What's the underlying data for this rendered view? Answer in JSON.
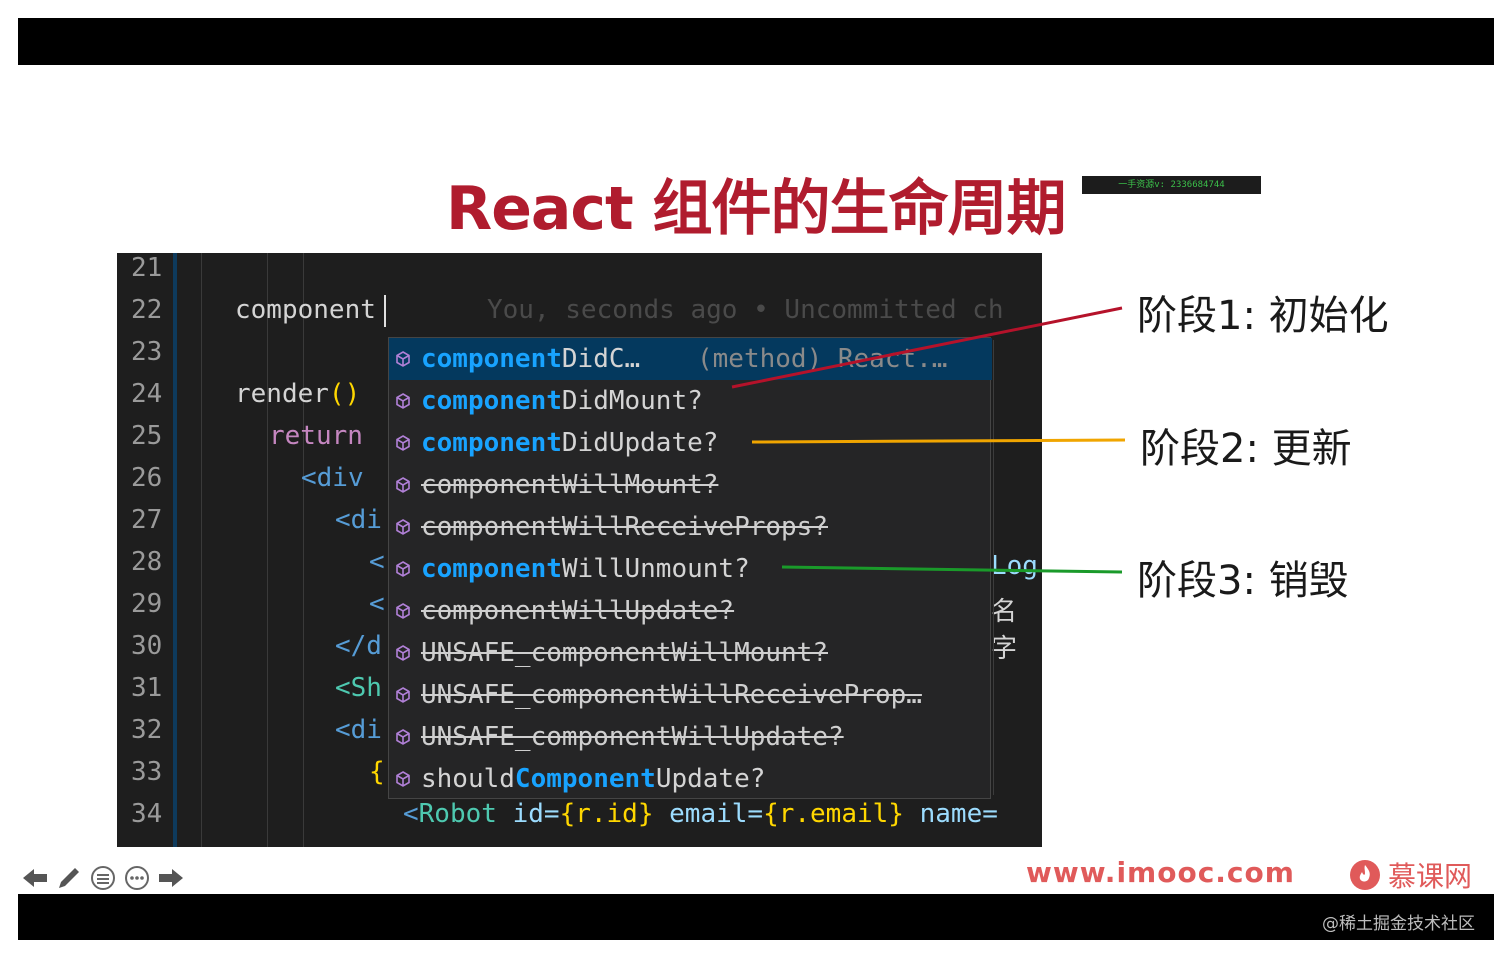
{
  "slide": {
    "title": "React 组件的生命周期",
    "watermark": "一手资源v: 2336684744"
  },
  "editor": {
    "line_numbers": [
      "21",
      "22",
      "23",
      "24",
      "25",
      "26",
      "27",
      "28",
      "29",
      "30",
      "31",
      "32",
      "33",
      "34"
    ],
    "typed": "component",
    "ghost_blame": "You, seconds ago • Uncommitted ch",
    "render_kw": "render",
    "render_parens": "()",
    "return_kw": "return",
    "div_open": "<div",
    "div_2": "<di",
    "lt_1": "<",
    "lt_2": "<",
    "close_d": "</d",
    "sh": "<Sh",
    "div_3": "<di",
    "brace": "{",
    "robot_line": {
      "lt": "<",
      "comp": "Robot",
      "id_attr": " id=",
      "id_val": "{r.id}",
      "email_attr": " email=",
      "email_val": "{r.email}",
      "name_attr": " name="
    },
    "overflow_log": "Log",
    "overflow_name": "名字"
  },
  "suggestions": {
    "items": [
      {
        "match": "component",
        "rest": "DidC…",
        "detail": "(method) React.…",
        "selected": true,
        "deprecated": false
      },
      {
        "match": "component",
        "rest": "DidMount?",
        "detail": "",
        "selected": false,
        "deprecated": false
      },
      {
        "match": "component",
        "rest": "DidUpdate?",
        "detail": "",
        "selected": false,
        "deprecated": false
      },
      {
        "match": "",
        "rest": "componentWillMount?",
        "detail": "",
        "selected": false,
        "deprecated": true
      },
      {
        "match": "",
        "rest": "componentWillReceiveProps?",
        "detail": "",
        "selected": false,
        "deprecated": true
      },
      {
        "match": "component",
        "rest": "WillUnmount?",
        "detail": "",
        "selected": false,
        "deprecated": false
      },
      {
        "match": "",
        "rest": "componentWillUpdate?",
        "detail": "",
        "selected": false,
        "deprecated": true
      },
      {
        "match": "",
        "rest": "UNSAFE_componentWillMount?",
        "detail": "",
        "selected": false,
        "deprecated": true
      },
      {
        "match": "",
        "rest": "UNSAFE_componentWillReceiveProp…",
        "detail": "",
        "selected": false,
        "deprecated": true
      },
      {
        "match": "",
        "rest": "UNSAFE_componentWillUpdate?",
        "detail": "",
        "selected": false,
        "deprecated": true
      }
    ],
    "last": {
      "pre": "should",
      "match": "Component",
      "post": "Update?"
    }
  },
  "phases": {
    "phase1": "阶段1: 初始化",
    "phase2": "阶段2: 更新",
    "phase3": "阶段3: 销毁"
  },
  "colors": {
    "title": "#b01c2e",
    "phase1_line": "#b5122a",
    "phase2_line": "#f0a500",
    "phase3_line": "#1a9a2a",
    "highlight": "#18a3ff"
  },
  "footer": {
    "site": "www.imooc.com",
    "brand": "慕课网",
    "credit": "@稀土掘金技术社区"
  },
  "toolbar": {
    "icons": [
      "arrow-left-icon",
      "pen-icon",
      "menu-icon",
      "more-icon",
      "arrow-right-icon"
    ]
  }
}
